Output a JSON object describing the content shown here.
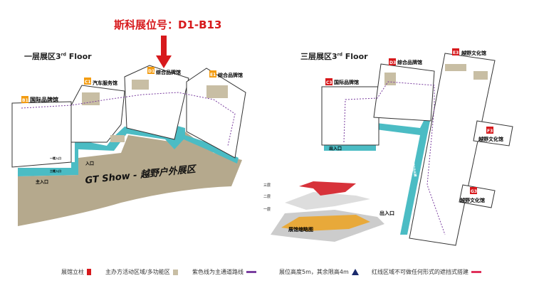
{
  "booth_title": "斯科展位号：D1-B13",
  "floor1": {
    "title": "一层展区3",
    "title_sup": "rd",
    "title_en": "Floor",
    "halls": [
      {
        "code": "B1",
        "name": "国际品牌馆"
      },
      {
        "code": "C1",
        "name": "汽车服务馆"
      },
      {
        "code": "D1",
        "name": "综合品牌馆"
      },
      {
        "code": "E1",
        "name": "综合品牌馆"
      }
    ],
    "outdoor": "GT Show - 越野户外展区",
    "entrance": "入口",
    "main_entrance": "主入口",
    "entrance_b": "一楼入口",
    "entrance_c": "三楼入口"
  },
  "floor3": {
    "title": "三层展区3",
    "title_sup": "rd",
    "title_en": "Floor",
    "halls": [
      {
        "code": "C3",
        "name": "国际品牌馆"
      },
      {
        "code": "D3",
        "name": "综合品牌馆"
      },
      {
        "code": "E3",
        "name": "越野文化馆"
      },
      {
        "code": "F3",
        "name": "越野文化馆"
      },
      {
        "code": "G3",
        "name": "越野文化馆"
      }
    ],
    "exit1": "出入口",
    "exit2": "出入口",
    "corridor": "越野文化长廊"
  },
  "schematic": {
    "caption": "展馆缩略图",
    "levels": [
      "三层",
      "二层",
      "一层"
    ]
  },
  "legend": [
    {
      "label": "展馆立柱",
      "color": "#d7191c"
    },
    {
      "label": "主办方活动区域/多功能区",
      "color": "#c8bea4"
    },
    {
      "label": "紫色线为主通道路线",
      "color": "#7b3fa0"
    },
    {
      "label": "展位高度5m，其余限高4m",
      "color": "#1a2a6c"
    },
    {
      "label": "红线区域不可做任何形式的遮挡式搭建",
      "color": "#e0305a"
    }
  ]
}
